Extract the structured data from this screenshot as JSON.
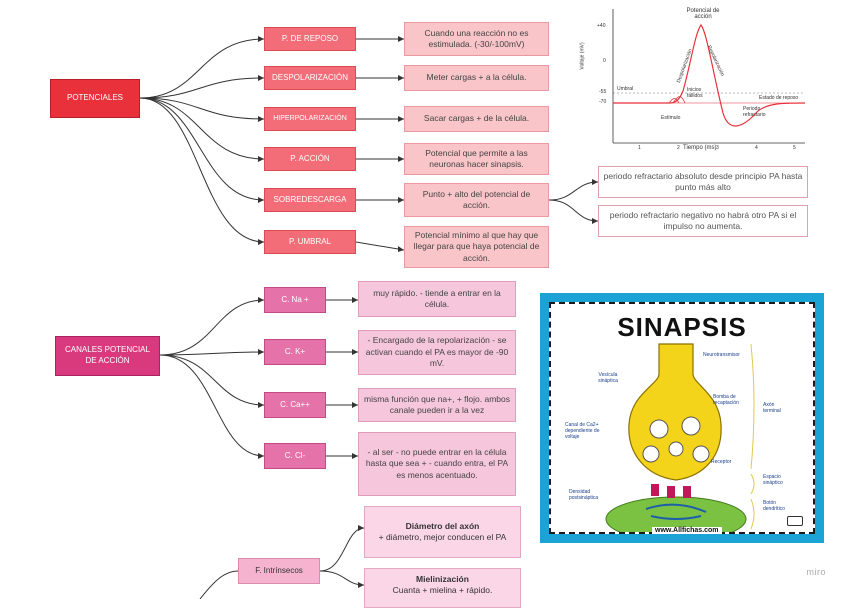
{
  "potenciales": {
    "root": "POTENCIALES",
    "items": [
      {
        "label": "P. DE REPOSO",
        "def": "Cuando una reacción no es estimulada. (-30/-100mV)"
      },
      {
        "label": "DESPOLARIZACIÓN",
        "def": "Meter cargas + a la célula."
      },
      {
        "label": "HIPERPOLARIZACIÓN",
        "def": "Sacar cargas + de la célula."
      },
      {
        "label": "P. ACCIÓN",
        "def": "Potencial que permite a las neuronas hacer sinapsis."
      },
      {
        "label": "SOBREDESCARGA",
        "def": "Punto + alto del potencial de acción."
      },
      {
        "label": "P. UMBRAL",
        "def": "Potencial mínimo al que hay que llegar para que haya potencial de acción."
      }
    ],
    "sobredescarga_sub": [
      "periodo refractario absoluto desde principio PA hasta punto más alto",
      "periodo refractario negativo no habrá otro PA si el impulso no aumenta."
    ]
  },
  "canales": {
    "root": "CANALES POTENCIAL DE ACCIÓN",
    "items": [
      {
        "label": "C. Na +",
        "def": "muy rápido. - tiende a entrar en la célula."
      },
      {
        "label": "C. K+",
        "def": "- Encargado de la repolarización - se activan cuando el PA es mayor de -90 mV."
      },
      {
        "label": "C. Ca++",
        "def": "misma función que na+, + flojo. ambos canale pueden ir a la vez"
      },
      {
        "label": "C. Cl-",
        "def": "- al ser - no puede entrar en la célula hasta que sea + - cuando entra, el PA es menos acentuado."
      }
    ]
  },
  "intrinsecos": {
    "label": "F. Intrínsecos",
    "items": [
      {
        "title": "Diámetro del axón",
        "text": "+ diámetro, mejor conducen el PA"
      },
      {
        "title": "Mielinización",
        "text": "Cuanta + mielina + rápido."
      }
    ]
  },
  "graph": {
    "peak_label": "Potencial de acción",
    "y_axis_label": "Voltaje (mV)",
    "x_axis_label": "Tiempo (ms)",
    "y_ticks": [
      "+40",
      "0",
      "-55",
      "-70"
    ],
    "x_ticks": [
      "1",
      "2",
      "3",
      "4",
      "5"
    ],
    "labels": {
      "umbral": "Umbral",
      "despolarizacion": "Despolarización",
      "repolarizacion": "Repolarización",
      "inicios_fallidos": "Inicios fallidos",
      "estimulo": "Estímulo",
      "estado_reposo": "Estado de reposo",
      "periodo_refractario": "Periodo refractario"
    }
  },
  "sinapsis": {
    "title": "SINAPSIS",
    "url": "www.Allfichas.com",
    "labels": {
      "neurotransmisor": "Neurotransmisor",
      "vesicula": "Vesícula sináptica",
      "bomba": "Bomba de recaptación",
      "canal": "Canal de Ca2+ dependiente de voltaje",
      "receptor": "Receptor",
      "densidad": "Densidad postsináptica",
      "axon": "Axón terminal",
      "espacio": "Espacio sináptico",
      "boton": "Botón dendrítico"
    }
  },
  "watermark": "miro",
  "colors": {
    "potenciales_root": "#e8313a",
    "potenciales_item": "#f26d78",
    "potenciales_def": "#f9c5c9",
    "canales_root": "#d93a7e",
    "canales_item": "#e572a8",
    "canales_def": "#f6c6dd",
    "sinapsis_frame": "#1ba3d6",
    "graph_curve": "#e8313a"
  }
}
